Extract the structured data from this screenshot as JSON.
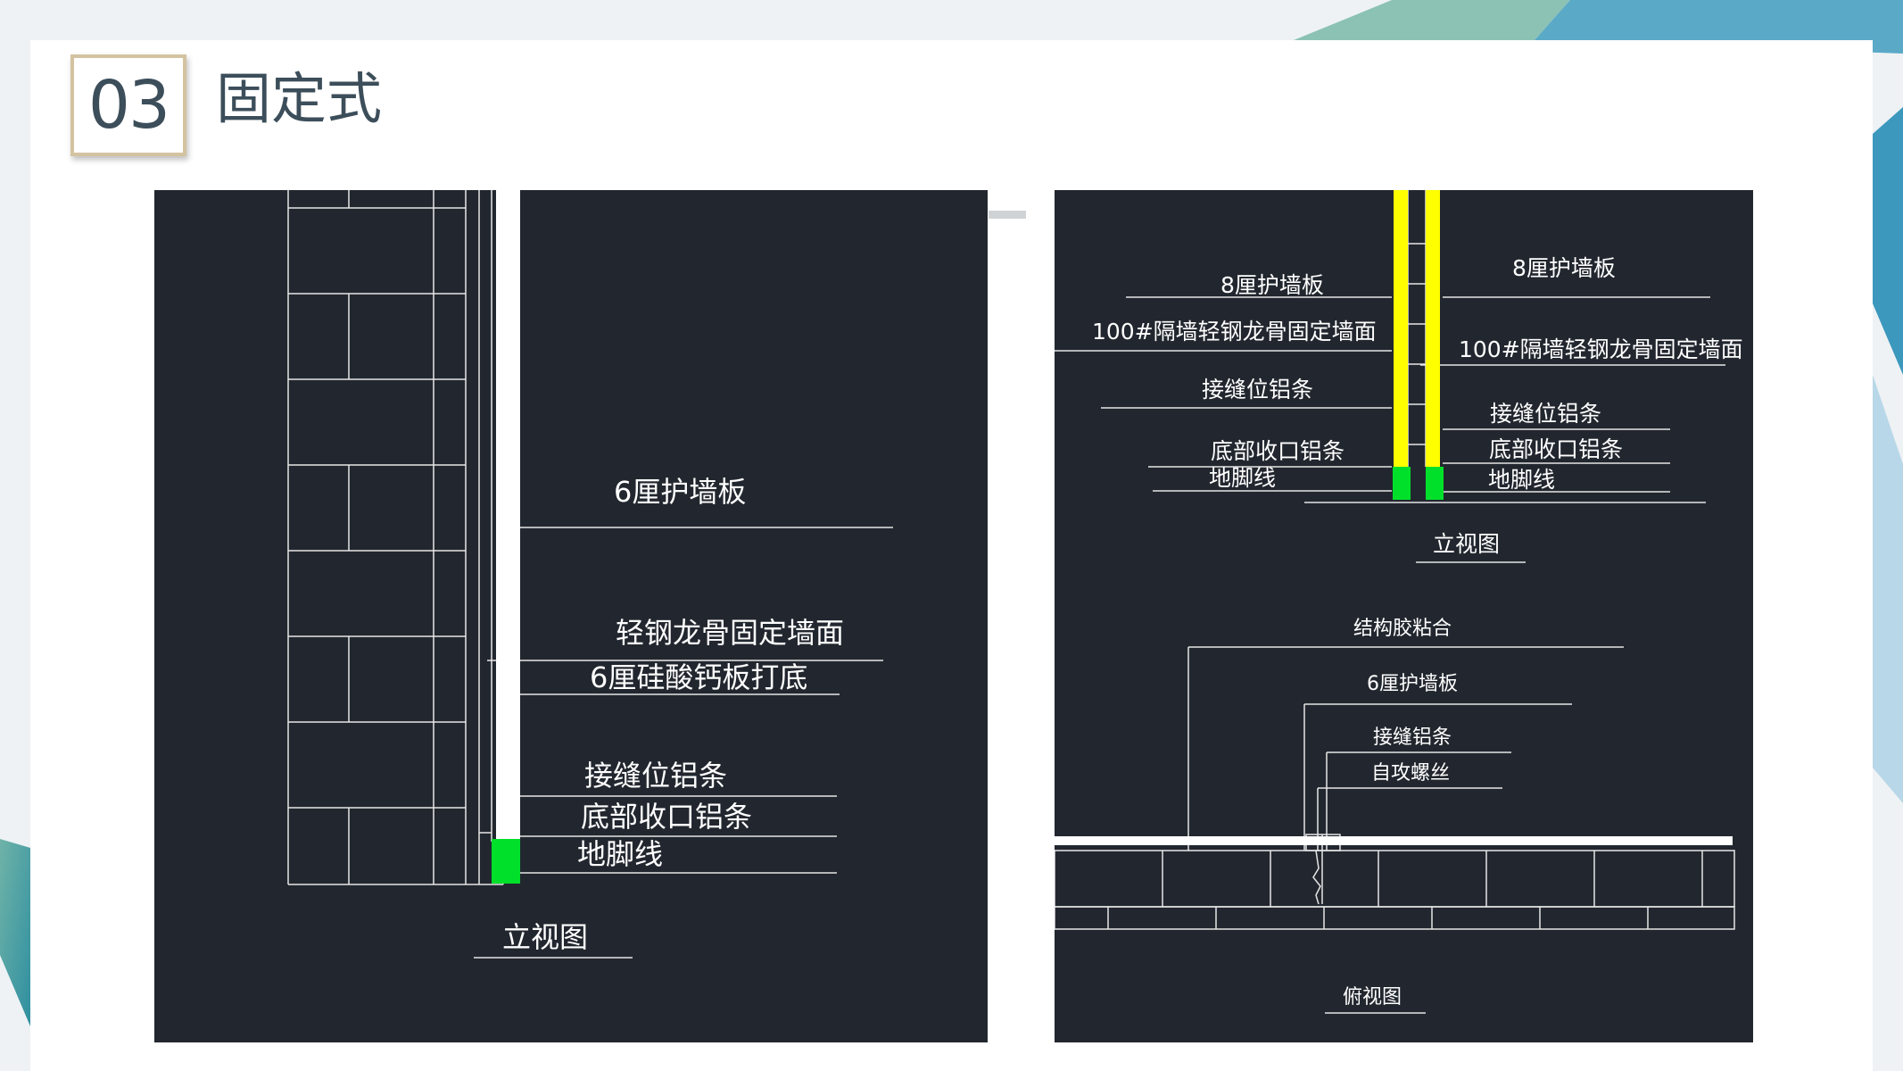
{
  "header": {
    "number": "03",
    "title": "固定式"
  },
  "left_diagram": {
    "labels": {
      "panel_6": "6厘护墙板",
      "keel": "轻钢龙骨固定墙面",
      "silicate": "6厘硅酸钙板打底",
      "joint_strip": "接缝位铝条",
      "bottom_strip": "底部收口铝条",
      "skirting": "地脚线",
      "view": "立视图"
    }
  },
  "right_diagram": {
    "labels": {
      "panel_8_left": "8厘护墙板",
      "panel_8_right": "8厘护墙板",
      "keel_left": "100#隔墙轻钢龙骨固定墙面",
      "keel_right": "100#隔墙轻钢龙骨固定墙面",
      "joint_left": "接缝位铝条",
      "joint_right": "接缝位铝条",
      "bottom_left": "底部收口铝条",
      "bottom_right": "底部收口铝条",
      "skirting_left": "地脚线",
      "skirting_right": "地脚线",
      "elev_view": "立视图",
      "glue": "结构胶粘合",
      "panel_6": "6厘护墙板",
      "joint_strip": "接缝铝条",
      "screw": "自攻螺丝",
      "plan_view": "俯视图"
    }
  },
  "colors": {
    "panel_bg": "#22272f",
    "yellow": "#ffff00",
    "green": "#00e02a",
    "title_text": "#3c4e5a",
    "frame": "#d4c3a0"
  }
}
